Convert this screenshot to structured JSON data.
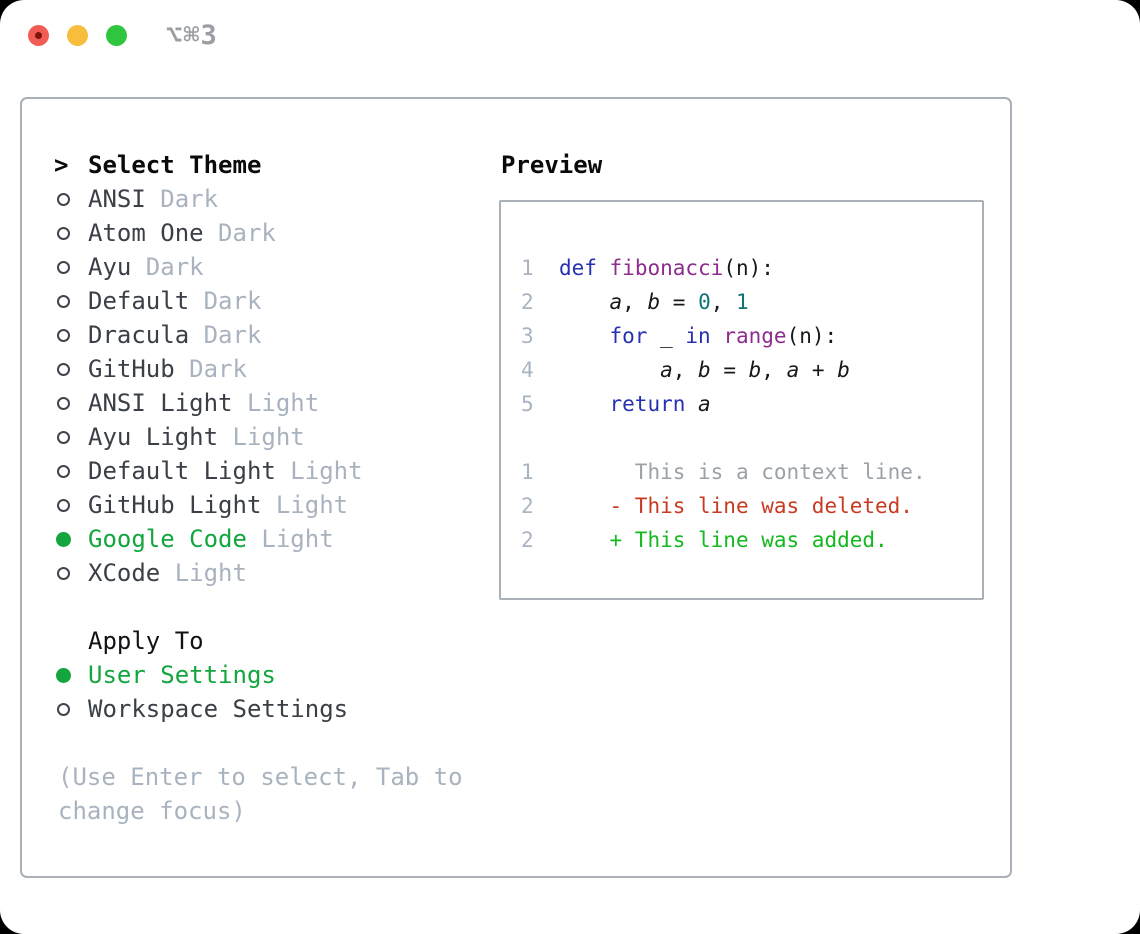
{
  "titlebar": {
    "shortcut": "⌥⌘3"
  },
  "colors": {
    "accent": "#13a63f",
    "border": "#a9b0b8",
    "muted": "#a9b3bf",
    "kw": "#2531b0",
    "fn": "#8e2c8e",
    "lit": "#0e7477",
    "ln": "#a9b4c2",
    "ctx": "#9aa1a8",
    "del": "#c93a22",
    "add": "#14b81f",
    "tl-red": "#f25c54",
    "tl-red-dot": "#7e150d",
    "tl-yellow": "#f7bd3c",
    "tl-green": "#2fc53e"
  },
  "theme_panel": {
    "header": {
      "prefix": ">",
      "label": "Select Theme"
    },
    "themes": [
      {
        "name": "ANSI",
        "variant": "Dark",
        "selected": false
      },
      {
        "name": "Atom One",
        "variant": "Dark",
        "selected": false
      },
      {
        "name": "Ayu",
        "variant": "Dark",
        "selected": false
      },
      {
        "name": "Default",
        "variant": "Dark",
        "selected": false
      },
      {
        "name": "Dracula",
        "variant": "Dark",
        "selected": false
      },
      {
        "name": "GitHub",
        "variant": "Dark",
        "selected": false
      },
      {
        "name": "ANSI Light",
        "variant": "Light",
        "selected": false
      },
      {
        "name": "Ayu Light",
        "variant": "Light",
        "selected": false
      },
      {
        "name": "Default Light",
        "variant": "Light",
        "selected": false
      },
      {
        "name": "GitHub Light",
        "variant": "Light",
        "selected": false
      },
      {
        "name": "Google Code",
        "variant": "Light",
        "selected": true
      },
      {
        "name": "XCode",
        "variant": "Light",
        "selected": false
      }
    ],
    "apply_to": {
      "label": "Apply To",
      "options": [
        {
          "name": "User Settings",
          "selected": true
        },
        {
          "name": "Workspace Settings",
          "selected": false
        }
      ]
    },
    "hint_lines": [
      "(Use Enter to select, Tab to",
      "change focus)"
    ]
  },
  "preview": {
    "title": "Preview",
    "code_lines": [
      {
        "num": "1",
        "tokens": [
          {
            "text": "def",
            "color": "kw"
          },
          {
            "text": " "
          },
          {
            "text": "fibonacci",
            "color": "fn"
          },
          {
            "text": "(n):"
          }
        ]
      },
      {
        "num": "2",
        "tokens": [
          {
            "text": "    "
          },
          {
            "text": "a",
            "italic": true
          },
          {
            "text": ", "
          },
          {
            "text": "b",
            "italic": true
          },
          {
            "text": " = "
          },
          {
            "text": "0",
            "color": "lit"
          },
          {
            "text": ", "
          },
          {
            "text": "1",
            "color": "lit"
          }
        ]
      },
      {
        "num": "3",
        "tokens": [
          {
            "text": "    "
          },
          {
            "text": "for",
            "color": "kw"
          },
          {
            "text": " _ "
          },
          {
            "text": "in",
            "color": "kw"
          },
          {
            "text": " "
          },
          {
            "text": "range",
            "color": "fn"
          },
          {
            "text": "(n):"
          }
        ]
      },
      {
        "num": "4",
        "tokens": [
          {
            "text": "        "
          },
          {
            "text": "a",
            "italic": true
          },
          {
            "text": ", "
          },
          {
            "text": "b",
            "italic": true
          },
          {
            "text": " = "
          },
          {
            "text": "b",
            "italic": true
          },
          {
            "text": ", "
          },
          {
            "text": "a",
            "italic": true
          },
          {
            "text": " + "
          },
          {
            "text": "b",
            "italic": true
          }
        ]
      },
      {
        "num": "5",
        "tokens": [
          {
            "text": "    "
          },
          {
            "text": "return",
            "color": "kw"
          },
          {
            "text": " "
          },
          {
            "text": "a",
            "italic": true
          }
        ]
      }
    ],
    "diff_lines": [
      {
        "num": "1",
        "type": "context",
        "text": "  This is a context line."
      },
      {
        "num": "2",
        "type": "deleted",
        "text": "- This line was deleted."
      },
      {
        "num": "2",
        "type": "added",
        "text": "+ This line was added."
      }
    ]
  }
}
